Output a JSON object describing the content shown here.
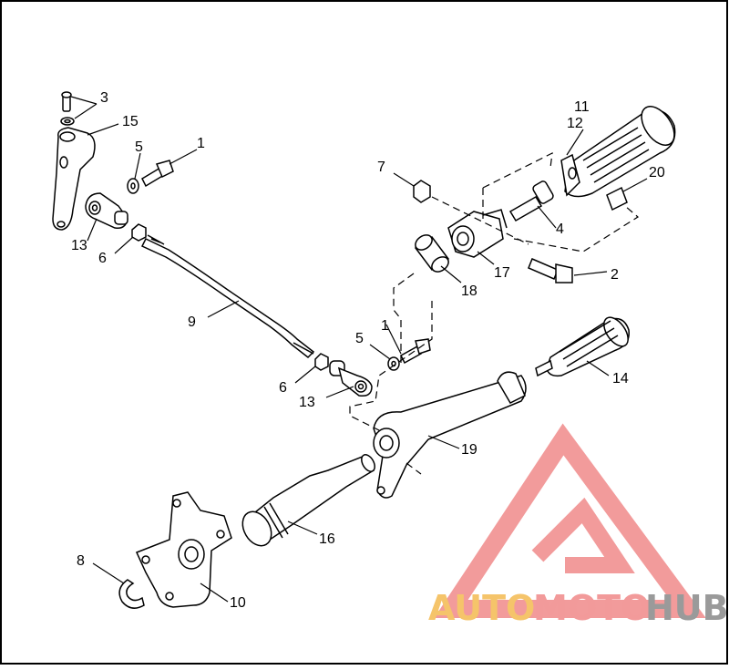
{
  "diagram": {
    "callouts": {
      "c1a": "1",
      "c1b": "1",
      "c2": "2",
      "c3": "3",
      "c4": "4",
      "c5a": "5",
      "c5b": "5",
      "c6a": "6",
      "c6b": "6",
      "c7": "7",
      "c8": "8",
      "c9": "9",
      "c10": "10",
      "c11": "11",
      "c12": "12",
      "c13a": "13",
      "c13b": "13",
      "c14": "14",
      "c15": "15",
      "c16": "16",
      "c17": "17",
      "c18": "18",
      "c19": "19",
      "c20": "20"
    }
  },
  "watermark": {
    "part1": "AUTO",
    "part2": "MOTO",
    "part3": "HUB",
    "color1": "#f5c46a",
    "color2": "#f29a9a",
    "color3": "#9a9a9a"
  }
}
